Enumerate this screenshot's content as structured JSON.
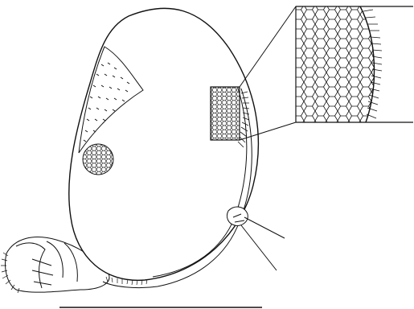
{
  "figure": {
    "subject": "scientific-line-drawing",
    "stroke_color": "#111111",
    "background_color": "#ffffff",
    "elements": [
      "carapace-outline",
      "spine-covered-region",
      "hexagonal-pattern-patch",
      "detail-inset-box",
      "magnified-inset",
      "posterior-appendage",
      "antenna-setae",
      "ventral-margin-setae",
      "scale-bar"
    ]
  }
}
